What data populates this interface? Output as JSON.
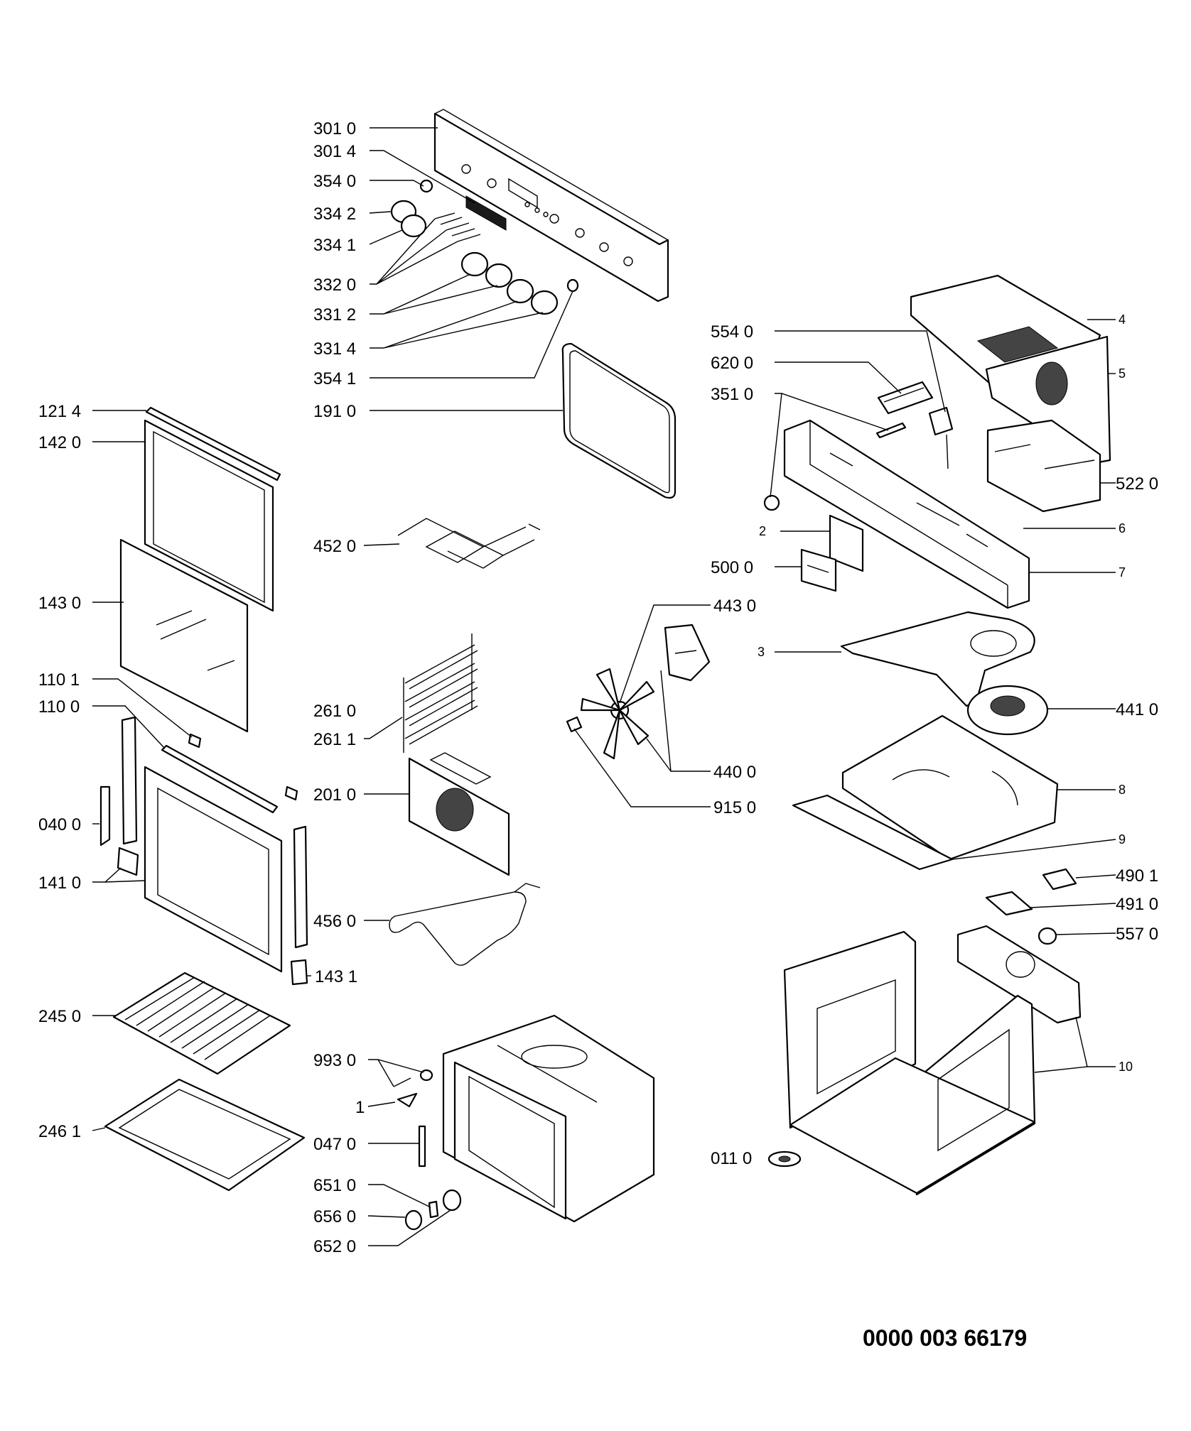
{
  "document_number": "0000 003 66179",
  "part_labels": [
    "301 0",
    "301 4",
    "354 0",
    "334 2",
    "334 1",
    "332 0",
    "331 2",
    "331 4",
    "354 1",
    "191 0",
    "121 4",
    "142 0",
    "452 0",
    "143 0",
    "110 1",
    "110 0",
    "261 0",
    "261 1",
    "201 0",
    "040 0",
    "141 0",
    "456 0",
    "143 1",
    "245 0",
    "993 0",
    "1",
    "246 1",
    "047 0",
    "651 0",
    "656 0",
    "652 0",
    "554 0",
    "620 0",
    "351 0",
    "4",
    "5",
    "522 0",
    "2",
    "6",
    "500 0",
    "7",
    "443 0",
    "3",
    "441 0",
    "440 0",
    "915 0",
    "8",
    "9",
    "490 1",
    "491 0",
    "557 0",
    "10",
    "011 0"
  ]
}
